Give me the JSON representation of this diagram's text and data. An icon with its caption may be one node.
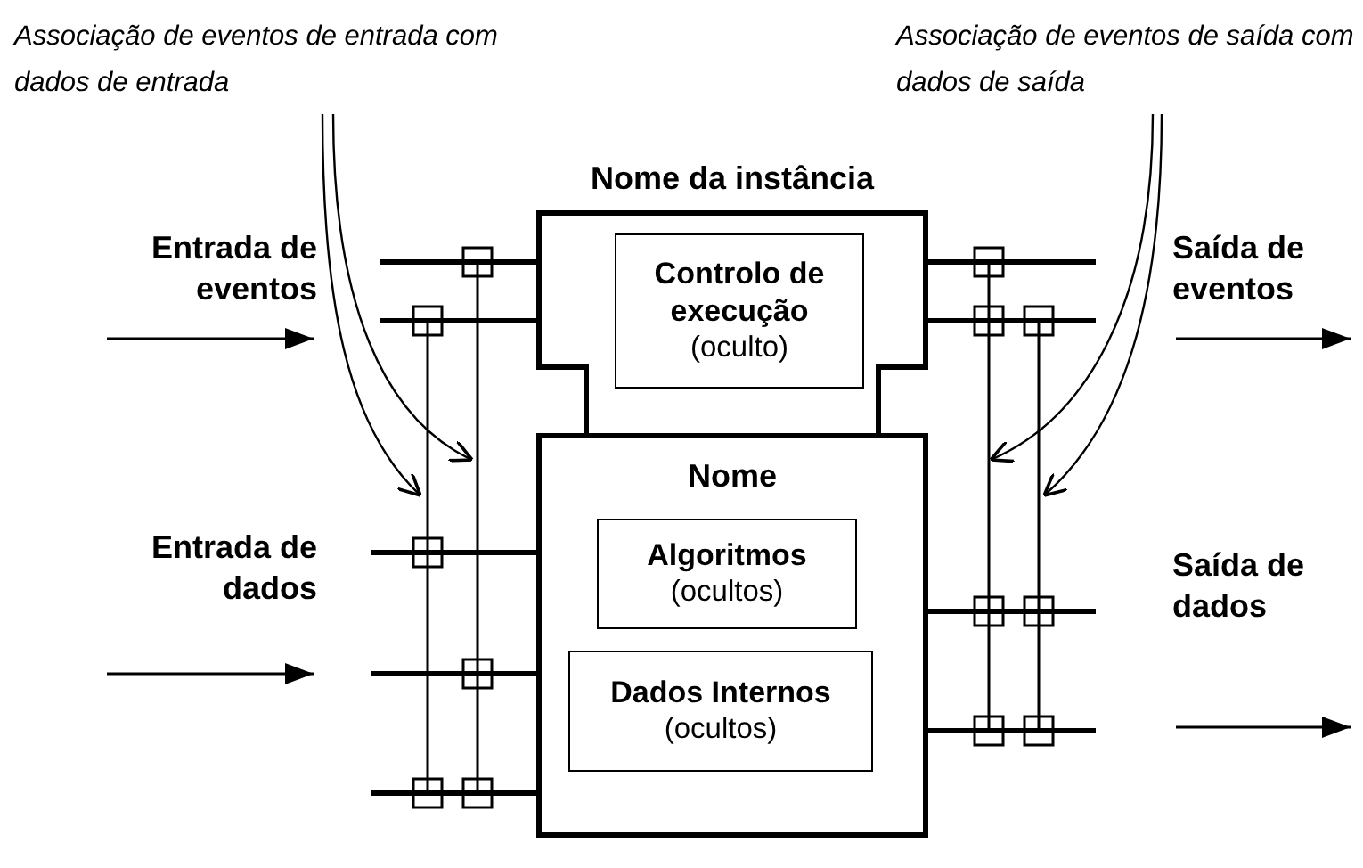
{
  "diagram": {
    "nodes": [
      {
        "text": [
          "Nome da instância"
        ]
      },
      {
        "text": [
          "Controlo de execução",
          "(oculto)"
        ],
        "in": 0
      },
      {
        "text": [
          "Nome"
        ]
      },
      {
        "text": [
          "Algoritmos",
          "(ocultos)"
        ],
        "in": 2
      },
      {
        "text": [
          "Dados Internos",
          "(ocultos)"
        ],
        "in": 2
      },
      {
        "text": [
          "Associação de eventos de entrada com dados de entrada"
        ]
      },
      {
        "text": [
          "Associação de eventos de saída com dados de saída"
        ]
      }
    ],
    "edges": [
      {
        "from": 5,
        "to": null,
        "arrow": "to"
      },
      {
        "from": 5,
        "to": null,
        "arrow": "to"
      },
      {
        "from": 6,
        "to": null,
        "arrow": "to"
      },
      {
        "from": 6,
        "to": null,
        "arrow": "to"
      }
    ],
    "labels": [
      "Entrada de eventos",
      "Saída de eventos",
      "Entrada de dados",
      "Saída de dados"
    ]
  }
}
